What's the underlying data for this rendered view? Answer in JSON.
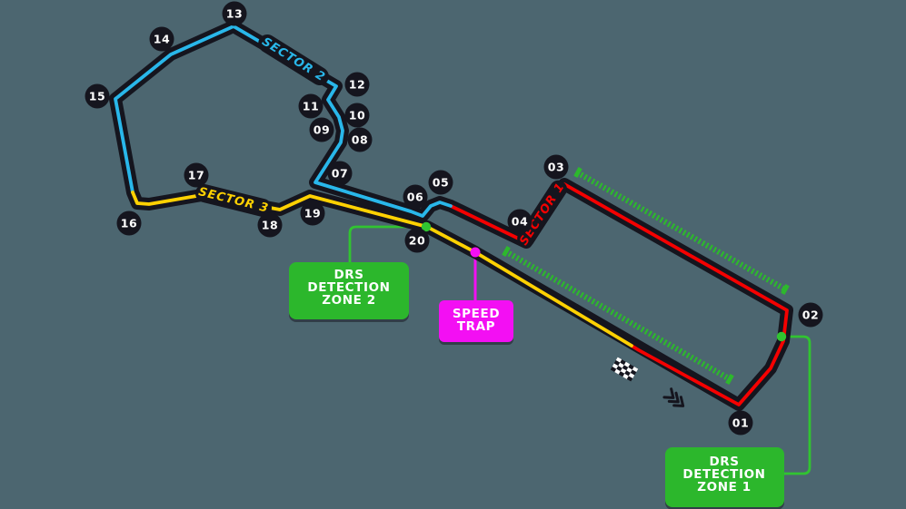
{
  "background": "#4C6670",
  "colors": {
    "track": "#15151E",
    "sector1": "#F50101",
    "sector2": "#29B7EA",
    "sector3": "#FFD102",
    "drs_green": "#2DB82D",
    "detection_green": "#31C431",
    "box_green": "#2CB72C",
    "speed_trap_magenta": "#F30FF3",
    "label_text": "#FFFFFF"
  },
  "turns": [
    "01",
    "02",
    "03",
    "04",
    "05",
    "06",
    "07",
    "08",
    "09",
    "10",
    "11",
    "12",
    "13",
    "14",
    "15",
    "16",
    "17",
    "18",
    "19",
    "20"
  ],
  "sector_labels": {
    "sector1": "SECTOR 1",
    "sector2": "SECTOR 2",
    "sector3": "SECTOR 3"
  },
  "callouts": {
    "drs_detection_zone_2": {
      "line1": "DRS",
      "line2": "DETECTION",
      "line3": "ZONE 2"
    },
    "drs_detection_zone_1": {
      "line1": "DRS",
      "line2": "DETECTION",
      "line3": "ZONE 1"
    },
    "speed_trap": {
      "line1": "SPEED",
      "line2": "TRAP"
    }
  }
}
